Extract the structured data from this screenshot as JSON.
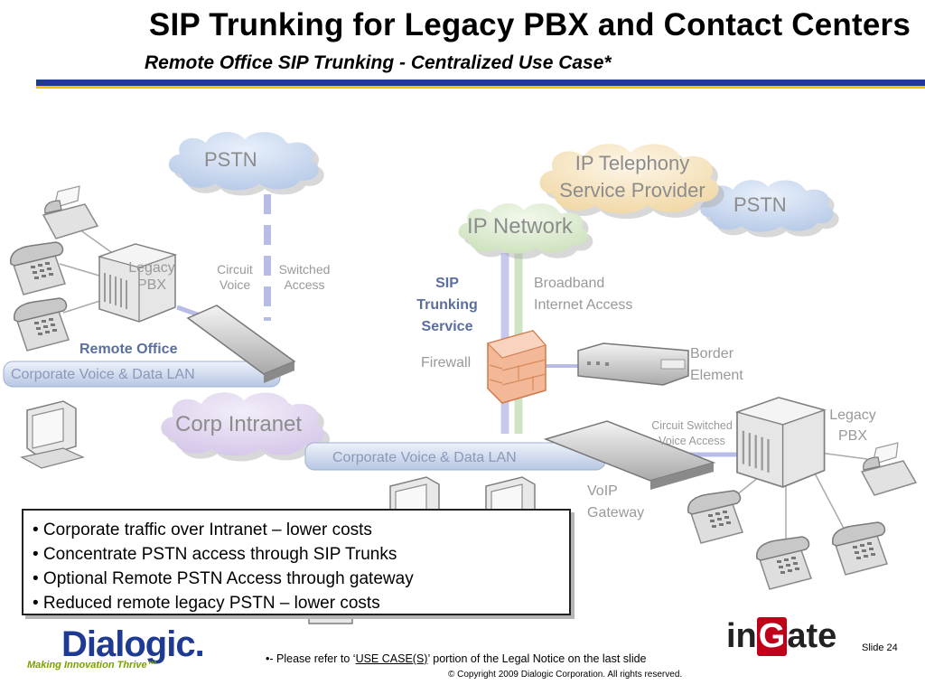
{
  "header": {
    "title": "SIP Trunking for Legacy PBX and Contact Centers",
    "subtitle": "Remote Office SIP Trunking - Centralized Use Case*"
  },
  "diagram": {
    "clouds": {
      "pstn_left": "PSTN",
      "ip_telephony": "IP Telephony Service Provider",
      "pstn_right": "PSTN",
      "ip_network": "IP Network",
      "corp_intranet": "Corp Intranet"
    },
    "labels": {
      "legacy_pbx_left": "Legacy PBX",
      "circuit_voice": "Circuit Voice",
      "switched_access": "Switched Access",
      "remote_office": "Remote Office",
      "lan_left": "Corporate Voice & Data LAN",
      "sip_trunking_service": "SIP Trunking Service",
      "broadband": "Broadband Internet Access",
      "firewall": "Firewall",
      "border_element": "Border Element",
      "legacy_pbx_right": "Legacy PBX",
      "circuit_switched_right": "Circuit Switched Voice Access",
      "lan_center": "Corporate Voice & Data LAN",
      "voip_gateway": "VoIP Gateway"
    },
    "icons": [
      "fax-icon",
      "phone-icon",
      "pbx-icon",
      "router-icon",
      "firewall-icon",
      "server-icon",
      "computer-icon"
    ]
  },
  "notes": [
    "• Corporate traffic over Intranet – lower costs",
    "• Concentrate PSTN access through SIP Trunks",
    "• Optional Remote PSTN Access through gateway",
    "• Reduced remote legacy PSTN – lower costs"
  ],
  "footer": {
    "note_prefix": "•- Please refer to ‘",
    "note_link": "USE CASE(S)",
    "note_suffix": "’ portion of the Legal Notice on the last slide",
    "copyright": "© Copyright 2009 Dialogic Corporation.  All rights reserved.",
    "slide": "Slide 24"
  },
  "logos": {
    "dialogic": "Dialogic.",
    "dialogic_tagline": "Making Innovation Thrive™",
    "ingate_a": "in",
    "ingate_b": "G",
    "ingate_c": "ate"
  },
  "colors": {
    "accent_blue": "#1f3a93",
    "accent_yellow": "#f2c500",
    "link_line": "#b8bde8"
  }
}
